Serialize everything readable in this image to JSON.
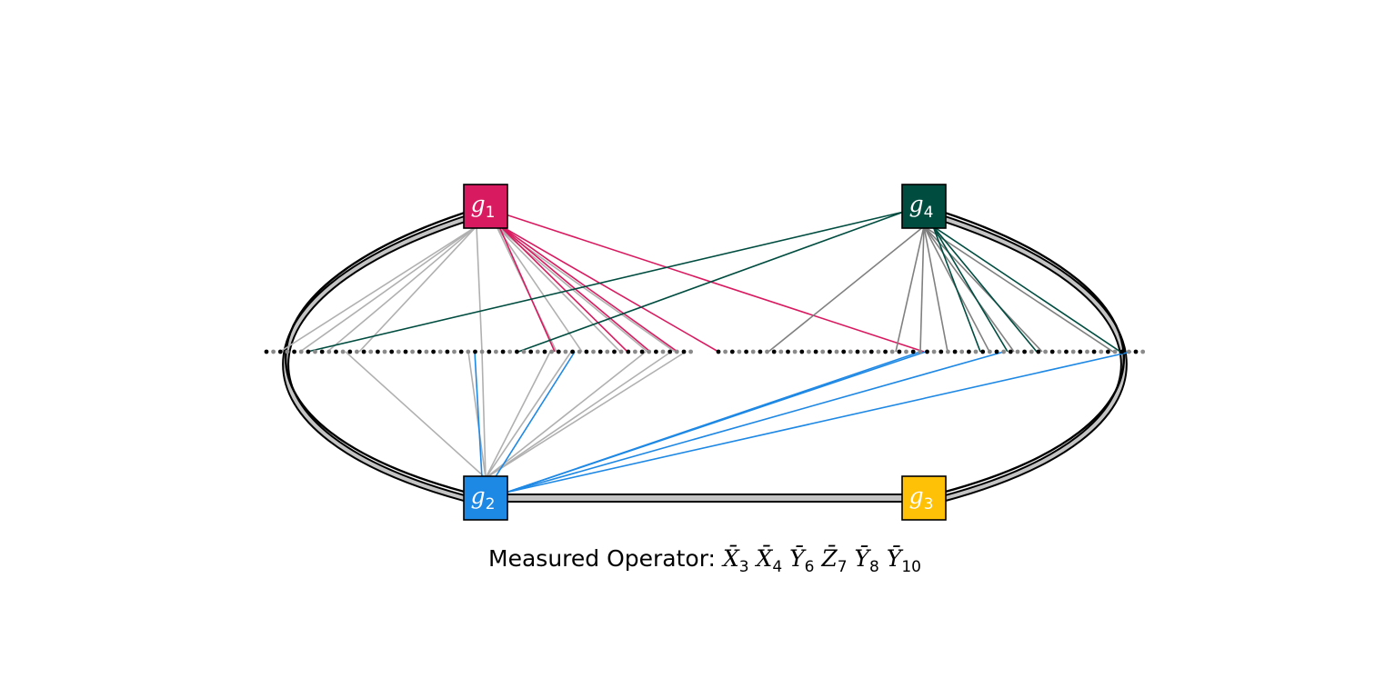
{
  "colors": {
    "g1": "#d81b60",
    "g2": "#1e88e5",
    "g3": "#ffc107",
    "g4": "#004d40",
    "light_gray": "#b0b0b0",
    "dark_gray": "#808080",
    "outline": "#000000"
  },
  "nodes": [
    {
      "id": "g1",
      "letter": "g",
      "sub": "1"
    },
    {
      "id": "g2",
      "letter": "g",
      "sub": "2"
    },
    {
      "id": "g3",
      "letter": "g",
      "sub": "3"
    },
    {
      "id": "g4",
      "letter": "g",
      "sub": "4"
    }
  ],
  "caption": {
    "prefix": "Measured Operator:",
    "terms": [
      {
        "op": "X",
        "sub": "3"
      },
      {
        "op": "X",
        "sub": "4"
      },
      {
        "op": "Y",
        "sub": "6"
      },
      {
        "op": "Z",
        "sub": "7"
      },
      {
        "op": "Y",
        "sub": "8"
      },
      {
        "op": "Y",
        "sub": "10"
      }
    ]
  }
}
